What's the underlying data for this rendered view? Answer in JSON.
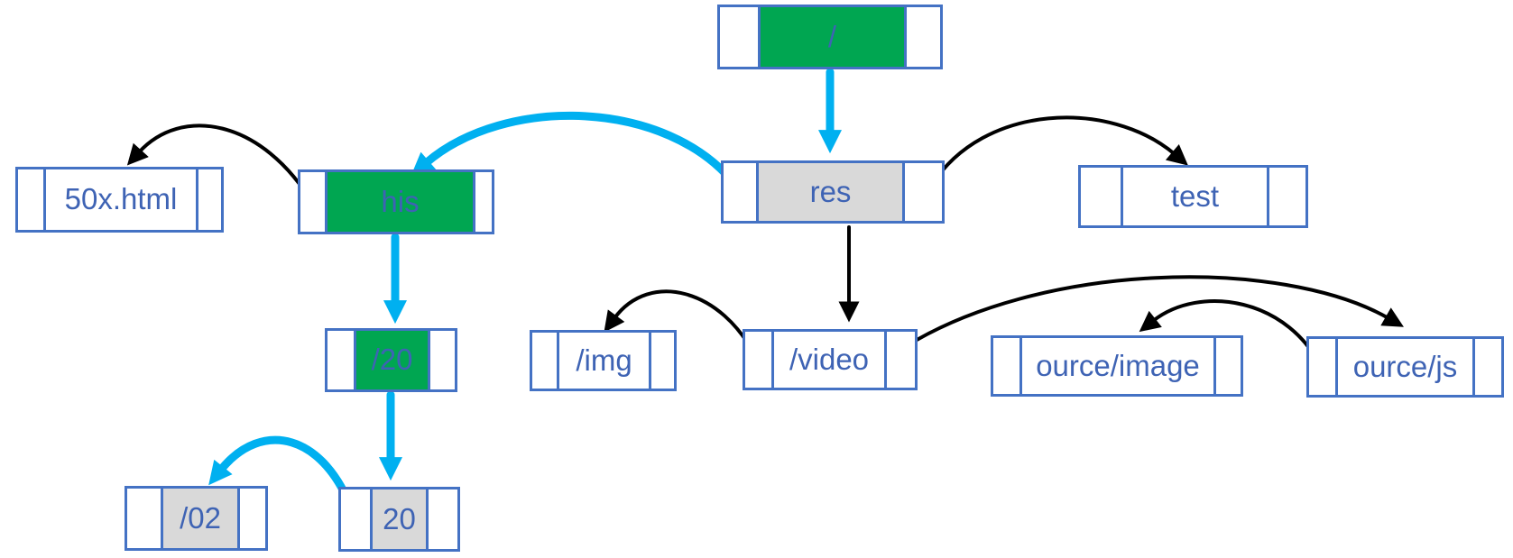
{
  "colors": {
    "background": "#FFFFFF",
    "node_border": "#4472C4",
    "node_text": "#3E63B4",
    "green_fill": "#00A651",
    "gray_fill": "#D9D9D9",
    "arrow_blue": "#00B0F0",
    "arrow_black": "#000000"
  },
  "diagram": {
    "description": "Trie of path segments; each node is a 3-cell box, middle cell holds the label",
    "nodes": [
      {
        "label": "/",
        "fill": "green"
      },
      {
        "label": "res",
        "fill": "gray"
      },
      {
        "label": "his",
        "fill": "green"
      },
      {
        "label": "50x.html",
        "fill": "white"
      },
      {
        "label": "test",
        "fill": "white"
      },
      {
        "label": "/img",
        "fill": "white"
      },
      {
        "label": "/video",
        "fill": "white"
      },
      {
        "label": "ource/image",
        "fill": "white"
      },
      {
        "label": "ource/js",
        "fill": "white"
      },
      {
        "label": "/20",
        "fill": "green"
      },
      {
        "label": "/02",
        "fill": "gray"
      },
      {
        "label": "20",
        "fill": "gray"
      }
    ],
    "edges": [
      {
        "from": "/",
        "to": "res",
        "color": "blue",
        "shape": "straight"
      },
      {
        "from": "res",
        "to": "his",
        "color": "blue",
        "shape": "curved"
      },
      {
        "from": "his",
        "to": "/20",
        "color": "blue",
        "shape": "straight"
      },
      {
        "from": "/20",
        "to": "20",
        "color": "blue",
        "shape": "straight"
      },
      {
        "from": "20",
        "to": "/02",
        "color": "blue",
        "shape": "curved"
      },
      {
        "from": "his",
        "to": "50x.html",
        "color": "black",
        "shape": "curved"
      },
      {
        "from": "res",
        "to": "test",
        "color": "black",
        "shape": "curved"
      },
      {
        "from": "res",
        "to": "/video",
        "color": "black",
        "shape": "straight"
      },
      {
        "from": "/video",
        "to": "/img",
        "color": "black",
        "shape": "curved"
      },
      {
        "from": "/video",
        "to": "ource/js",
        "color": "black",
        "shape": "curved"
      },
      {
        "from": "ource/js",
        "to": "ource/image",
        "color": "black",
        "shape": "curved"
      }
    ]
  }
}
